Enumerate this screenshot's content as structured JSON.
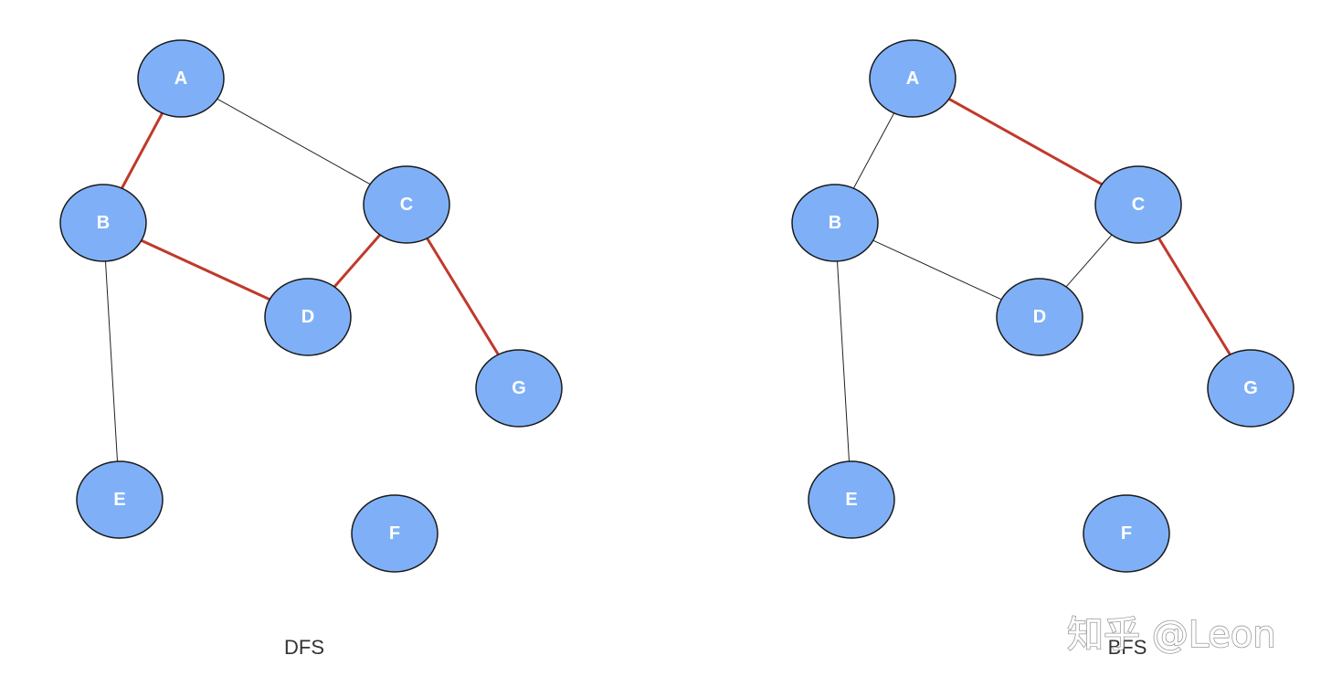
{
  "diagrams": [
    {
      "caption": "DFS",
      "nodes": [
        "A",
        "B",
        "C",
        "D",
        "E",
        "F",
        "G"
      ],
      "edges": [
        {
          "from": "A",
          "to": "B",
          "highlighted": true
        },
        {
          "from": "A",
          "to": "C",
          "highlighted": false
        },
        {
          "from": "B",
          "to": "D",
          "highlighted": true
        },
        {
          "from": "D",
          "to": "C",
          "highlighted": true
        },
        {
          "from": "C",
          "to": "G",
          "highlighted": true
        },
        {
          "from": "B",
          "to": "E",
          "highlighted": false
        }
      ]
    },
    {
      "caption": "BFS",
      "nodes": [
        "A",
        "B",
        "C",
        "D",
        "E",
        "F",
        "G"
      ],
      "edges": [
        {
          "from": "A",
          "to": "B",
          "highlighted": false
        },
        {
          "from": "A",
          "to": "C",
          "highlighted": true
        },
        {
          "from": "B",
          "to": "D",
          "highlighted": false
        },
        {
          "from": "D",
          "to": "C",
          "highlighted": false
        },
        {
          "from": "C",
          "to": "G",
          "highlighted": true
        },
        {
          "from": "B",
          "to": "E",
          "highlighted": false
        }
      ]
    }
  ],
  "watermark": "知乎 @Leon",
  "colors": {
    "node_fill": "#7fb0f7",
    "node_stroke": "#1a1a1a",
    "edge_default": "#222222",
    "edge_highlight": "#c0392b",
    "caption": "#333333"
  }
}
